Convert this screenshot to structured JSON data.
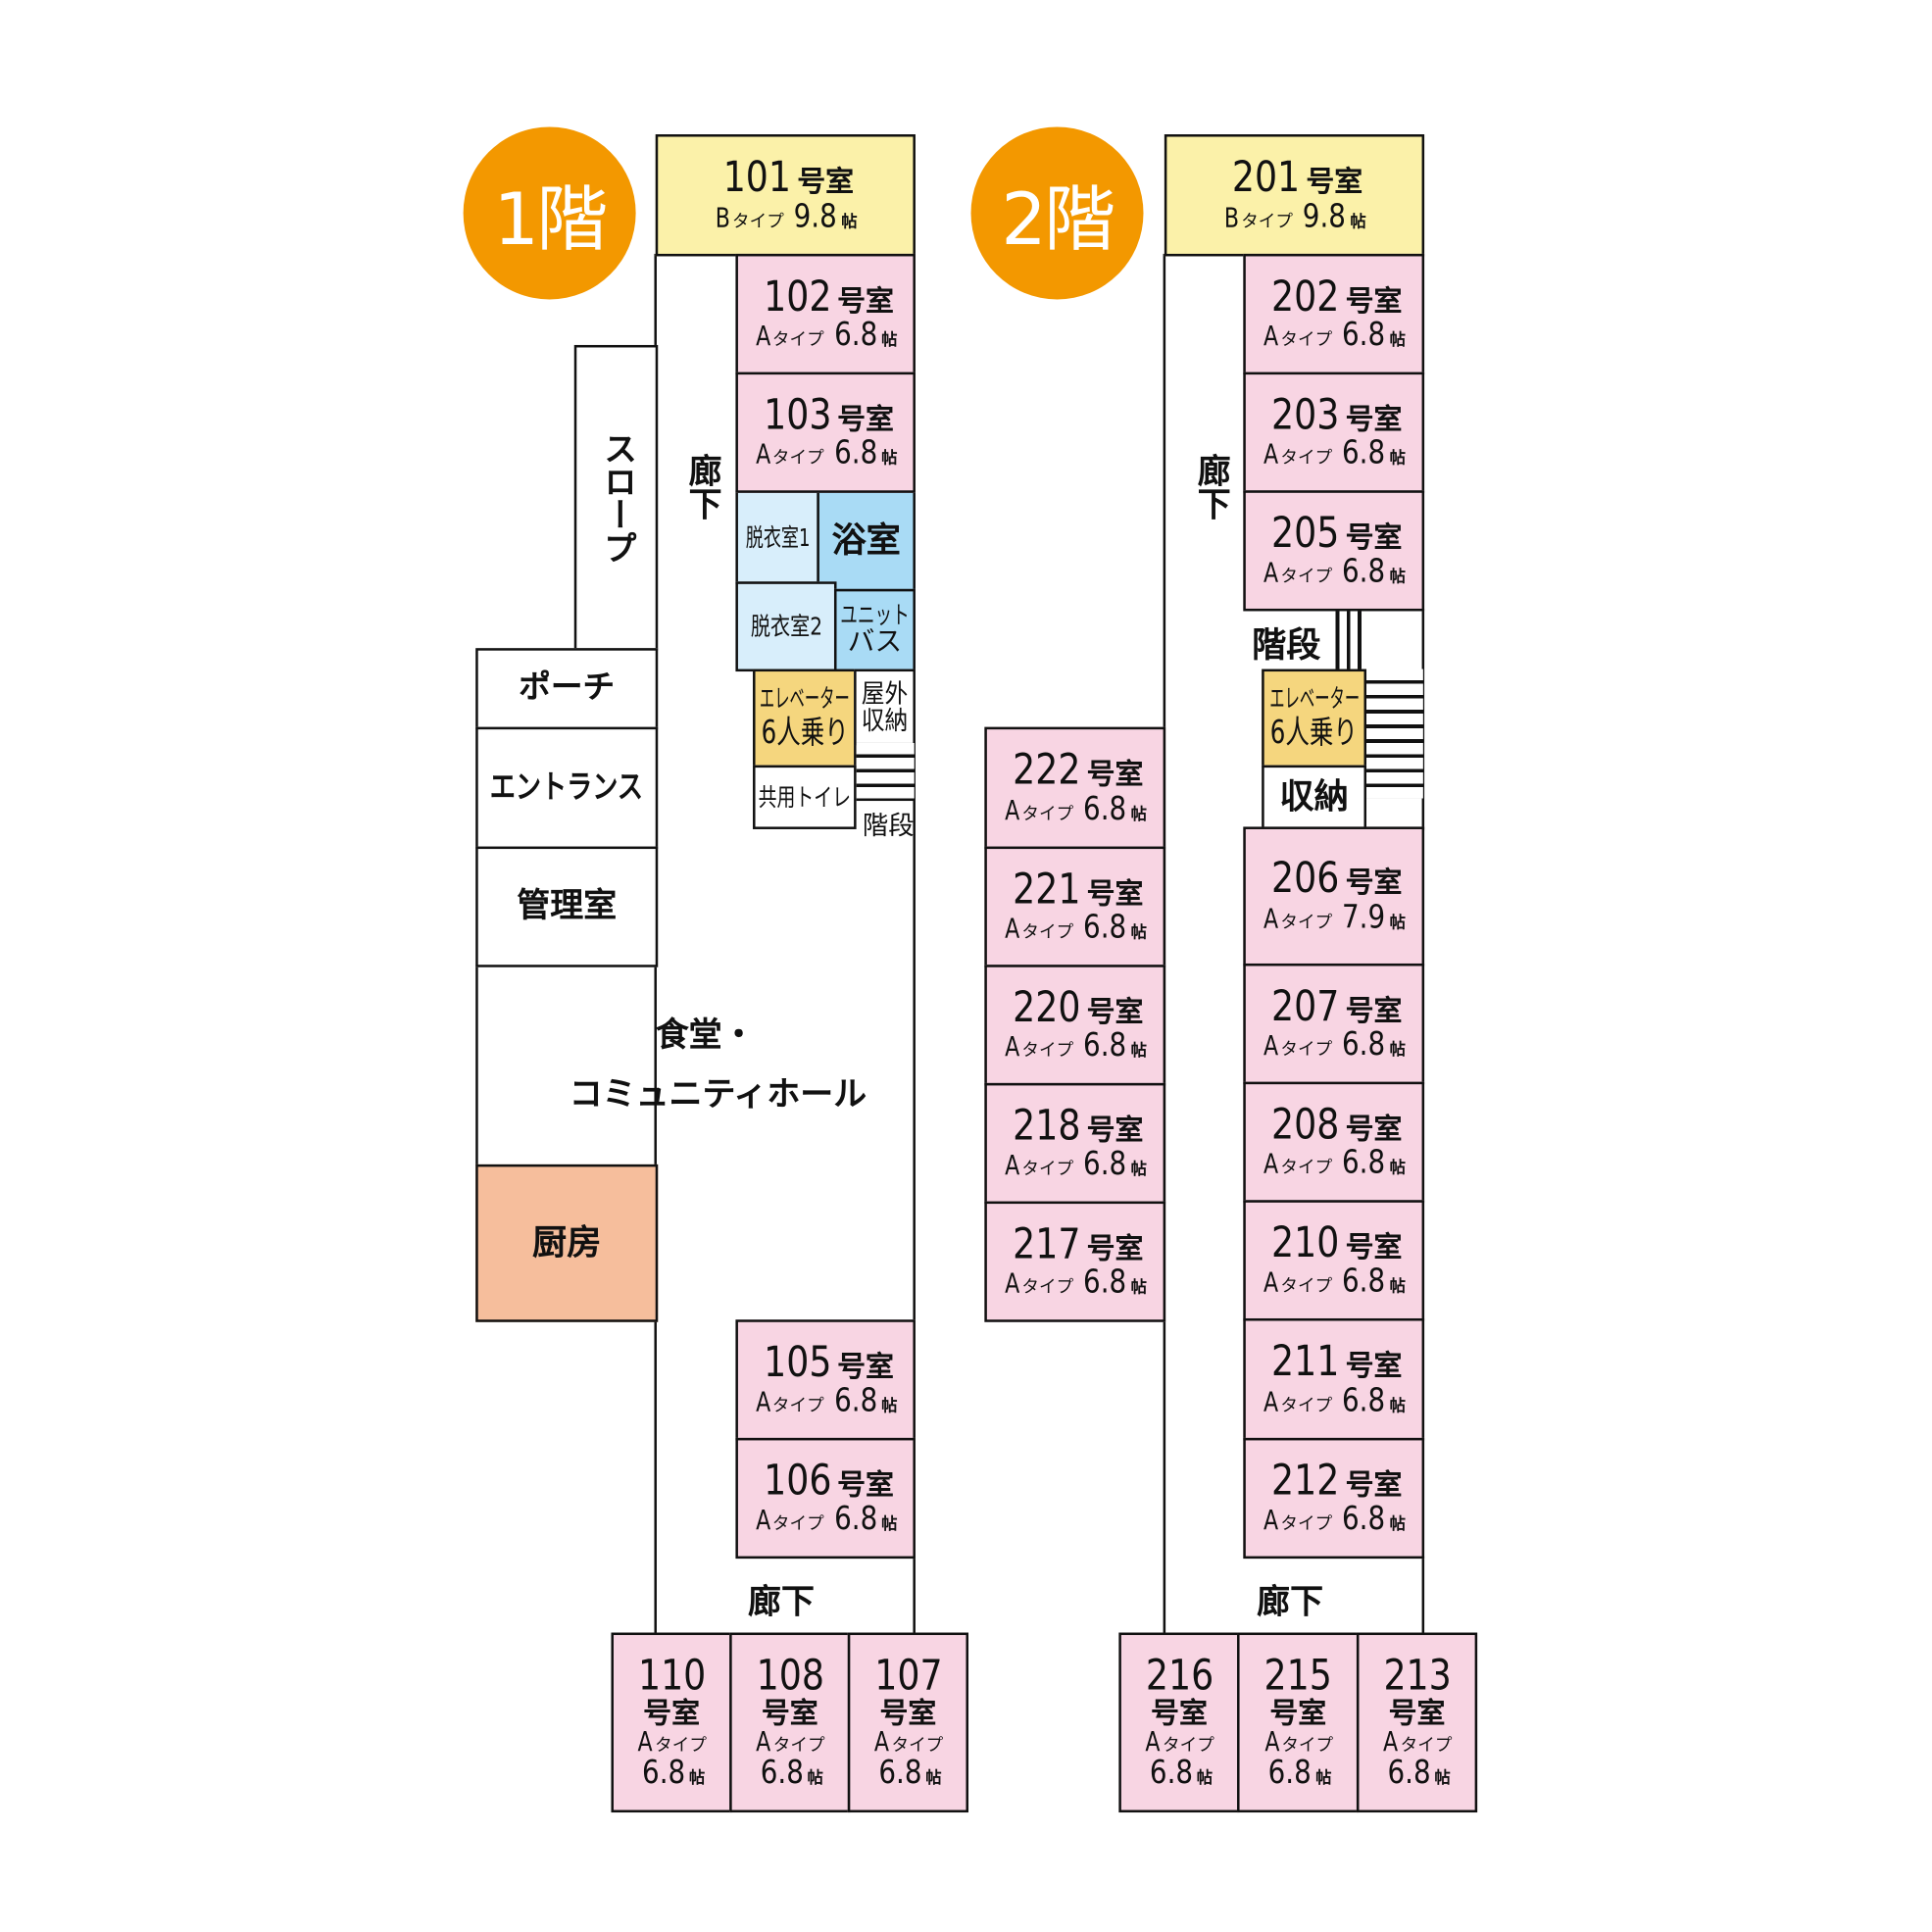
{
  "floors": [
    {
      "label": "1階",
      "rooms": [
        {
          "number": "101",
          "suffix": "号室",
          "type": "B",
          "type_label": "タイプ",
          "size": "9.8",
          "unit": "帖"
        },
        {
          "number": "102",
          "suffix": "号室",
          "type": "A",
          "type_label": "タイプ",
          "size": "6.8",
          "unit": "帖"
        },
        {
          "number": "103",
          "suffix": "号室",
          "type": "A",
          "type_label": "タイプ",
          "size": "6.8",
          "unit": "帖"
        },
        {
          "number": "105",
          "suffix": "号室",
          "type": "A",
          "type_label": "タイプ",
          "size": "6.8",
          "unit": "帖"
        },
        {
          "number": "106",
          "suffix": "号室",
          "type": "A",
          "type_label": "タイプ",
          "size": "6.8",
          "unit": "帖"
        },
        {
          "number": "110",
          "suffix": "号室",
          "type": "A",
          "type_label": "タイプ",
          "size": "6.8",
          "unit": "帖"
        },
        {
          "number": "108",
          "suffix": "号室",
          "type": "A",
          "type_label": "タイプ",
          "size": "6.8",
          "unit": "帖"
        },
        {
          "number": "107",
          "suffix": "号室",
          "type": "A",
          "type_label": "タイプ",
          "size": "6.8",
          "unit": "帖"
        }
      ],
      "facilities": {
        "changing1": "脱衣室1",
        "bath": "浴室",
        "changing2": "脱衣室2",
        "unit_bath_1": "ユニット",
        "unit_bath_2": "バス",
        "elevator_1": "エレベーター",
        "elevator_2": "6人乗り",
        "outdoor_storage_1": "屋外",
        "outdoor_storage_2": "収納",
        "toilet": "共用トイレ",
        "stairs": "階段",
        "corridor": "廊下",
        "slope": "スロープ",
        "porch": "ポーチ",
        "entrance": "エントランス",
        "office": "管理室",
        "dining_1": "食堂・",
        "dining_2": "コミュニティホール",
        "kitchen": "厨房"
      }
    },
    {
      "label": "2階",
      "rooms": [
        {
          "number": "201",
          "suffix": "号室",
          "type": "B",
          "type_label": "タイプ",
          "size": "9.8",
          "unit": "帖"
        },
        {
          "number": "202",
          "suffix": "号室",
          "type": "A",
          "type_label": "タイプ",
          "size": "6.8",
          "unit": "帖"
        },
        {
          "number": "203",
          "suffix": "号室",
          "type": "A",
          "type_label": "タイプ",
          "size": "6.8",
          "unit": "帖"
        },
        {
          "number": "205",
          "suffix": "号室",
          "type": "A",
          "type_label": "タイプ",
          "size": "6.8",
          "unit": "帖"
        },
        {
          "number": "206",
          "suffix": "号室",
          "type": "A",
          "type_label": "タイプ",
          "size": "7.9",
          "unit": "帖"
        },
        {
          "number": "207",
          "suffix": "号室",
          "type": "A",
          "type_label": "タイプ",
          "size": "6.8",
          "unit": "帖"
        },
        {
          "number": "208",
          "suffix": "号室",
          "type": "A",
          "type_label": "タイプ",
          "size": "6.8",
          "unit": "帖"
        },
        {
          "number": "210",
          "suffix": "号室",
          "type": "A",
          "type_label": "タイプ",
          "size": "6.8",
          "unit": "帖"
        },
        {
          "number": "211",
          "suffix": "号室",
          "type": "A",
          "type_label": "タイプ",
          "size": "6.8",
          "unit": "帖"
        },
        {
          "number": "212",
          "suffix": "号室",
          "type": "A",
          "type_label": "タイプ",
          "size": "6.8",
          "unit": "帖"
        },
        {
          "number": "222",
          "suffix": "号室",
          "type": "A",
          "type_label": "タイプ",
          "size": "6.8",
          "unit": "帖"
        },
        {
          "number": "221",
          "suffix": "号室",
          "type": "A",
          "type_label": "タイプ",
          "size": "6.8",
          "unit": "帖"
        },
        {
          "number": "220",
          "suffix": "号室",
          "type": "A",
          "type_label": "タイプ",
          "size": "6.8",
          "unit": "帖"
        },
        {
          "number": "218",
          "suffix": "号室",
          "type": "A",
          "type_label": "タイプ",
          "size": "6.8",
          "unit": "帖"
        },
        {
          "number": "217",
          "suffix": "号室",
          "type": "A",
          "type_label": "タイプ",
          "size": "6.8",
          "unit": "帖"
        },
        {
          "number": "216",
          "suffix": "号室",
          "type": "A",
          "type_label": "タイプ",
          "size": "6.8",
          "unit": "帖"
        },
        {
          "number": "215",
          "suffix": "号室",
          "type": "A",
          "type_label": "タイプ",
          "size": "6.8",
          "unit": "帖"
        },
        {
          "number": "213",
          "suffix": "号室",
          "type": "A",
          "type_label": "タイプ",
          "size": "6.8",
          "unit": "帖"
        }
      ],
      "facilities": {
        "stairs": "階段",
        "elevator_1": "エレベーター",
        "elevator_2": "6人乗り",
        "storage": "収納",
        "corridor": "廊下"
      }
    }
  ],
  "colors": {
    "badge": "#f39800",
    "room": "#f8d5e3",
    "b_type": "#fbf1a9",
    "bath": "#a9dbf5",
    "changing": "#d8eefb",
    "elevator": "#f5d67e",
    "kitchen": "#f6be9c"
  }
}
